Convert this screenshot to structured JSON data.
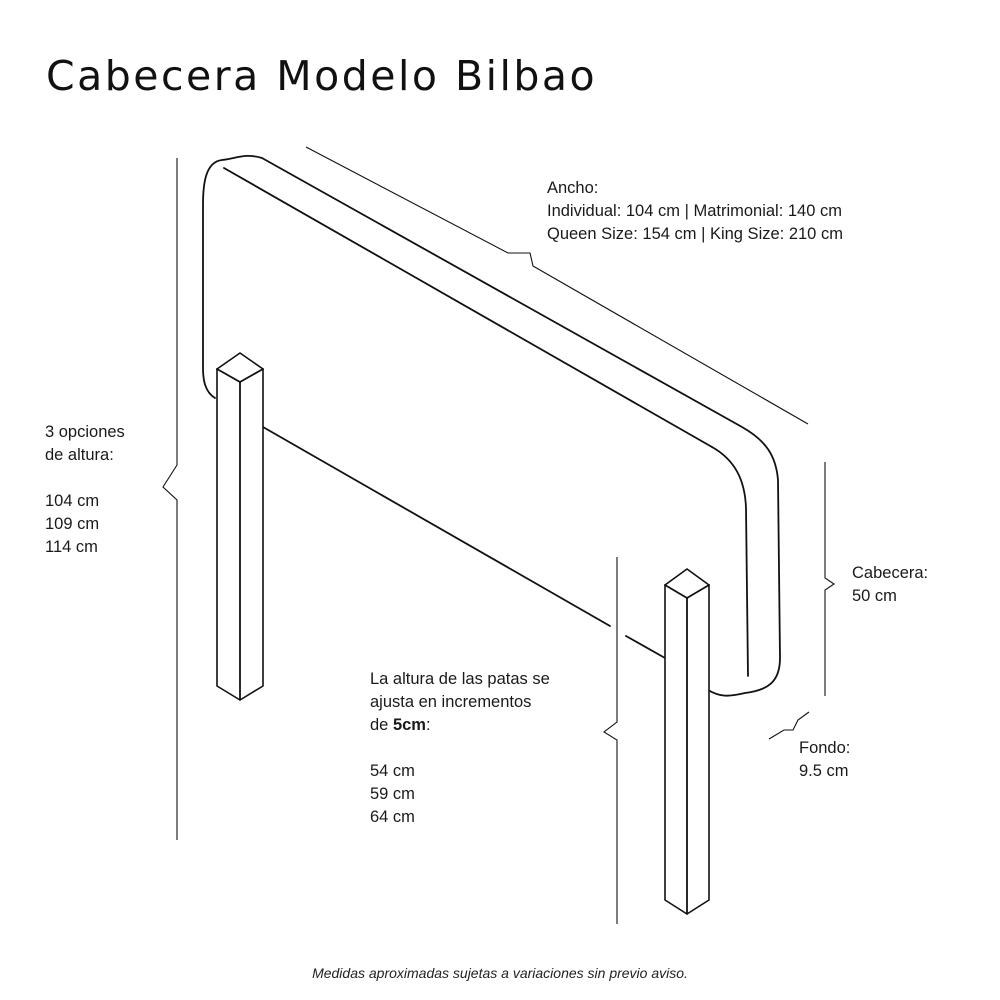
{
  "title": "Cabecera Modelo Bilbao",
  "width_annotation": {
    "heading": "Ancho:",
    "line1": "Individual: 104 cm | Matrimonial: 140 cm",
    "line2": "Queen Size: 154 cm | King Size: 210 cm"
  },
  "height_annotation": {
    "heading1": "3 opciones",
    "heading2": "de altura:",
    "options": [
      "104 cm",
      "109 cm",
      "114 cm"
    ]
  },
  "legs_annotation": {
    "line1": "La altura de las patas se",
    "line2": "ajusta en incrementos",
    "line3_prefix": "de ",
    "line3_bold": "5cm",
    "line3_suffix": ":",
    "options": [
      "54 cm",
      "59 cm",
      "64 cm"
    ]
  },
  "headboard_annotation": {
    "heading": "Cabecera:",
    "value": "50 cm"
  },
  "depth_annotation": {
    "heading": "Fondo:",
    "value": "9.5 cm"
  },
  "footnote": "Medidas aproximadas sujetas a variaciones sin previo aviso.",
  "colors": {
    "line": "#111111",
    "text": "#1a1a1a",
    "background": "#ffffff"
  }
}
